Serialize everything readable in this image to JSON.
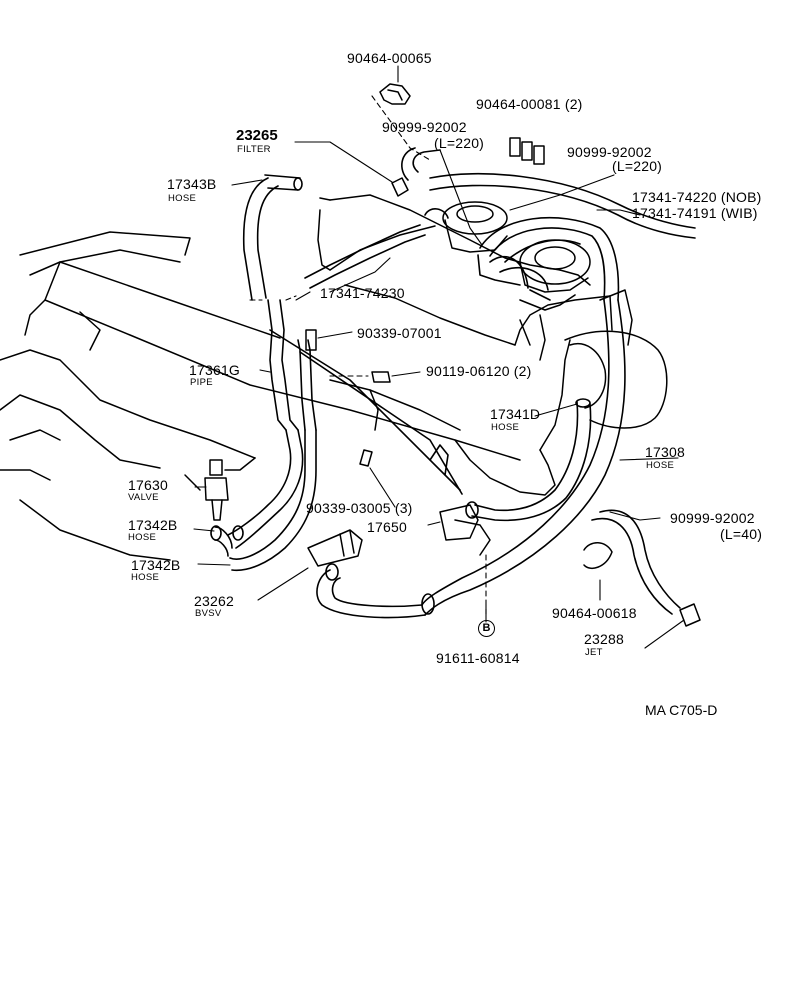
{
  "diagram_ref": "MA C705-D",
  "parts": [
    {
      "id": "p01",
      "number": "90464-00065",
      "name": ""
    },
    {
      "id": "p02",
      "number": "90464-00081",
      "qty": "(2)",
      "name": ""
    },
    {
      "id": "p03",
      "number": "23265",
      "name": "FILTER"
    },
    {
      "id": "p04",
      "number": "90999-92002",
      "qty": "(L=220)",
      "name": ""
    },
    {
      "id": "p05",
      "number": "90999-92002",
      "qty": "(L=220)",
      "name": ""
    },
    {
      "id": "p06",
      "number": "17343B",
      "name": "HOSE"
    },
    {
      "id": "p07",
      "number": "17341-74220",
      "qty": "(NOB)",
      "name": ""
    },
    {
      "id": "p08",
      "number": "17341-74191",
      "qty": "(WIB)",
      "name": ""
    },
    {
      "id": "p09",
      "number": "17341-74230",
      "name": ""
    },
    {
      "id": "p10",
      "number": "90339-07001",
      "name": ""
    },
    {
      "id": "p11",
      "number": "17361G",
      "name": "PIPE"
    },
    {
      "id": "p12",
      "number": "90119-06120",
      "qty": "(2)",
      "name": ""
    },
    {
      "id": "p13",
      "number": "17341D",
      "name": "HOSE"
    },
    {
      "id": "p14",
      "number": "17308",
      "name": "HOSE"
    },
    {
      "id": "p15",
      "number": "17630",
      "name": "VALVE"
    },
    {
      "id": "p16",
      "number": "90339-03005",
      "qty": "(3)",
      "name": ""
    },
    {
      "id": "p17",
      "number": "17342B",
      "name": "HOSE"
    },
    {
      "id": "p18",
      "number": "17650",
      "name": ""
    },
    {
      "id": "p19",
      "number": "90999-92002",
      "qty": "(L=40)",
      "name": ""
    },
    {
      "id": "p20",
      "number": "17342B",
      "name": "HOSE"
    },
    {
      "id": "p21",
      "number": "23262",
      "name": "BVSV"
    },
    {
      "id": "p22",
      "number": "90464-00618",
      "name": ""
    },
    {
      "id": "p23",
      "number": "23288",
      "name": "JET"
    },
    {
      "id": "p24",
      "number": "91611-60814",
      "name": ""
    }
  ],
  "marker_b": "B"
}
